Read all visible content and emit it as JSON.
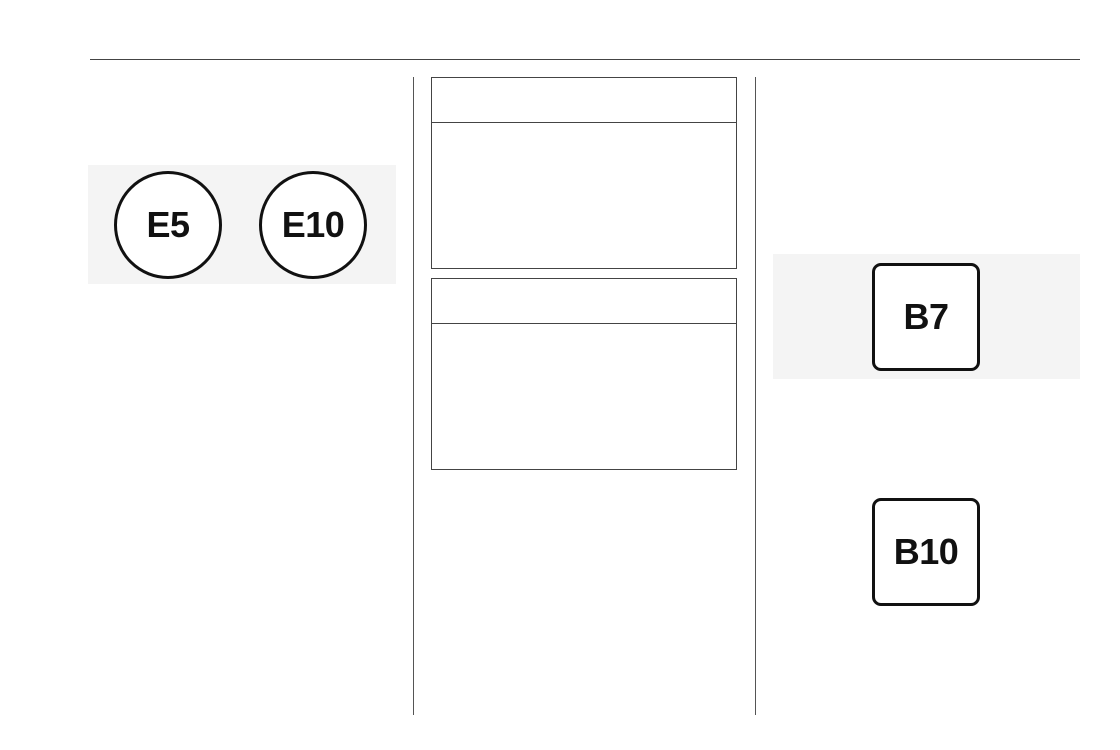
{
  "gasoline_labels": {
    "e5": "E5",
    "e10": "E10"
  },
  "diesel_labels": {
    "b7": "B7",
    "b10": "B10"
  },
  "colors": {
    "outline": "#111111",
    "panel_background": "#f4f4f4",
    "rule": "#444444"
  }
}
